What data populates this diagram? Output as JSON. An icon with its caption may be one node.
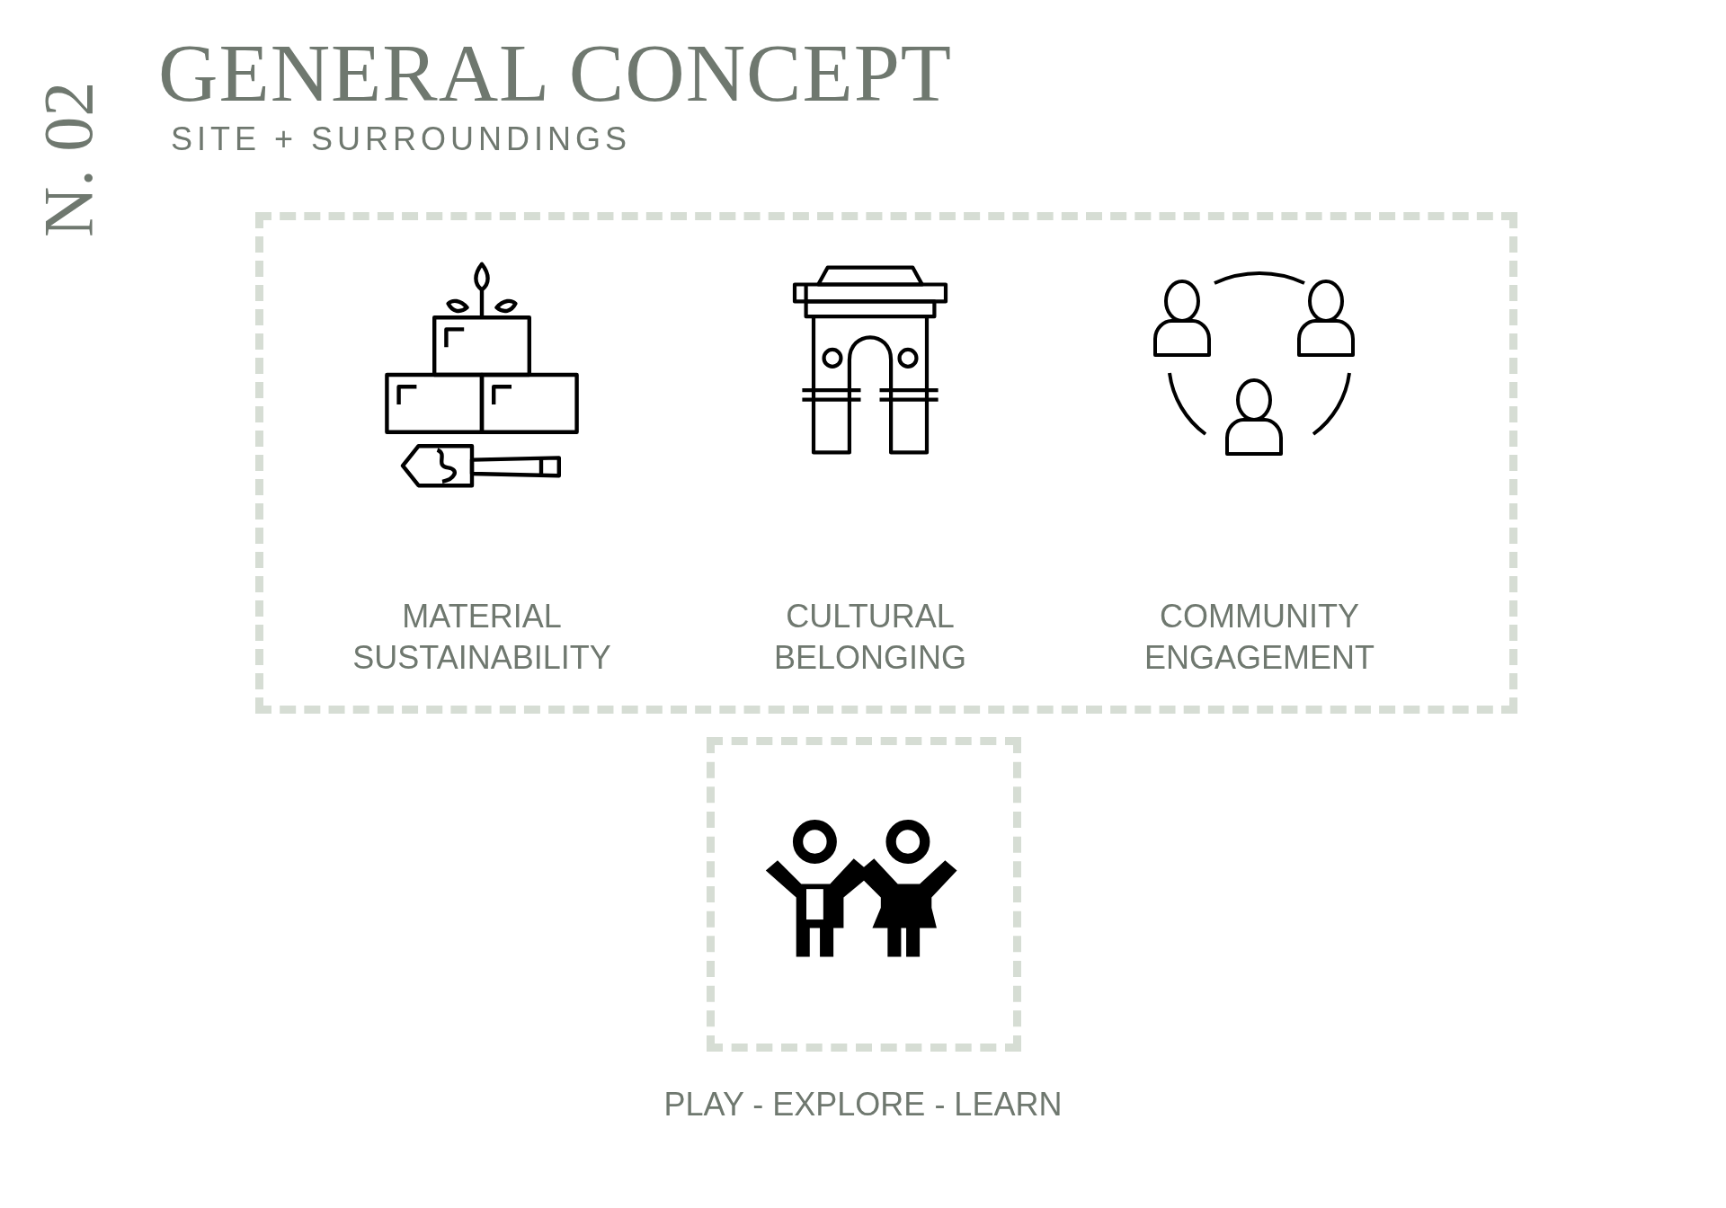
{
  "diagram": {
    "title": "GENERAL CONCEPT",
    "nodes": [
      {
        "text": [],
        "shape": "box"
      },
      {
        "text": [
          "MATERIAL SUSTAINABILITY"
        ],
        "in": 0
      },
      {
        "text": [
          "CULTURAL BELONGING"
        ],
        "in": 0
      },
      {
        "text": [
          "COMMUNITY ENGAGEMENT"
        ],
        "in": 0
      },
      {
        "text": [
          "PLAY - EXPLORE - LEARN"
        ]
      }
    ],
    "labels": [
      "N. 02",
      "SITE + SURROUNDINGS"
    ]
  }
}
